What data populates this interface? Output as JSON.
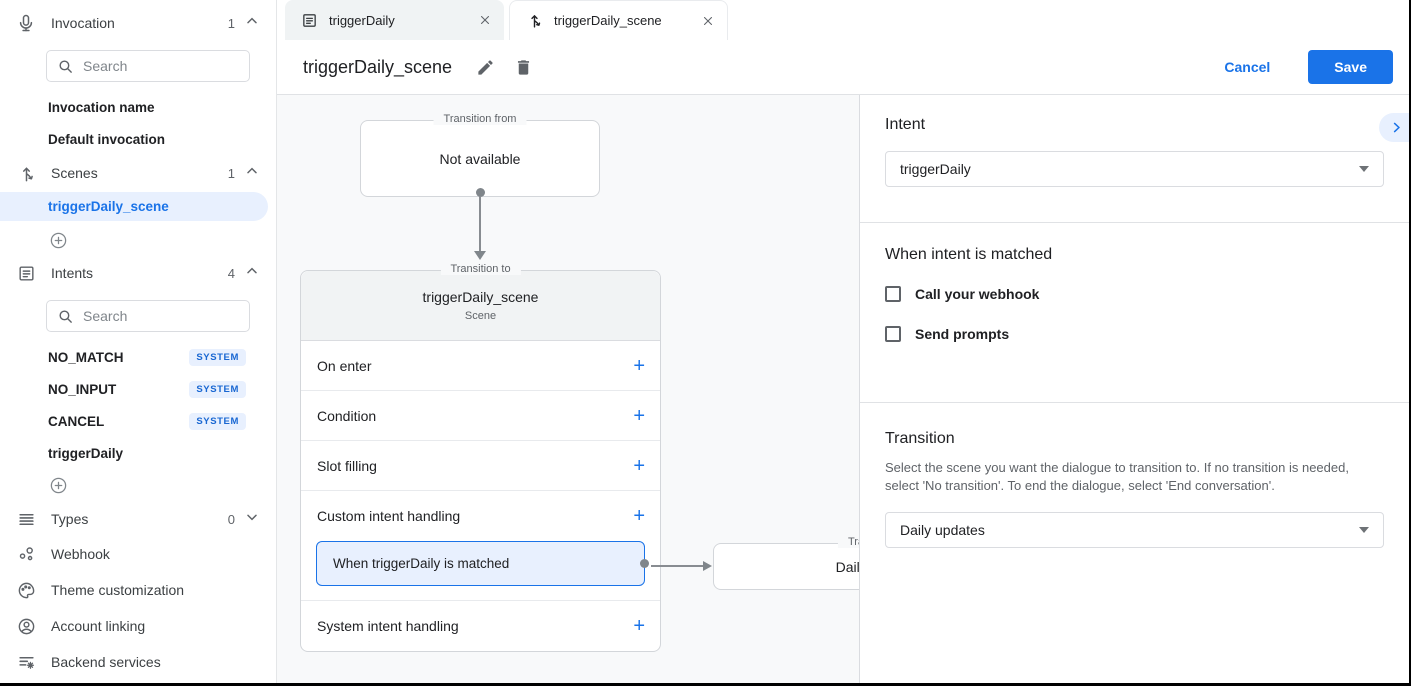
{
  "colors": {
    "accent": "#1a73e8",
    "accent_light": "#e8f0fe",
    "badge_text": "#1967d2",
    "text_primary": "#202124",
    "text_secondary": "#5f6368",
    "border": "#dadce0",
    "canvas_bg": "#f8f9fa"
  },
  "icons": {
    "add_plus": "+",
    "names": [
      "mic-icon",
      "scenes-branch-icon",
      "intents-list-icon",
      "types-lines-icon",
      "webhook-nodes-icon",
      "palette-icon",
      "account-circle-icon",
      "backend-services-icon",
      "search-icon",
      "chevron-up-icon",
      "chevron-down-icon",
      "add-circle-icon",
      "edit-pencil-icon",
      "delete-trash-icon",
      "close-x-icon",
      "chevron-right-icon",
      "dropdown-caret-icon"
    ]
  },
  "sidebar": {
    "invocation": {
      "label": "Invocation",
      "count": "1",
      "search_placeholder": "Search",
      "items": [
        "Invocation name",
        "Default invocation"
      ]
    },
    "scenes": {
      "label": "Scenes",
      "count": "1",
      "selected_item": "triggerDaily_scene"
    },
    "intents": {
      "label": "Intents",
      "count": "4",
      "search_placeholder": "Search",
      "badge": "SYSTEM",
      "system_items": [
        "NO_MATCH",
        "NO_INPUT",
        "CANCEL"
      ],
      "custom_item": "triggerDaily"
    },
    "types": {
      "label": "Types",
      "count": "0"
    },
    "links": [
      "Webhook",
      "Theme customization",
      "Account linking",
      "Backend services"
    ]
  },
  "tabs": {
    "tab1": {
      "label": "triggerDaily"
    },
    "tab2": {
      "label": "triggerDaily_scene"
    }
  },
  "header": {
    "title": "triggerDaily_scene",
    "cancel": "Cancel",
    "save": "Save"
  },
  "diagram": {
    "from_card": {
      "legend": "Transition from",
      "content": "Not available"
    },
    "scene_card": {
      "legend": "Transition to",
      "title": "triggerDaily_scene",
      "subtitle": "Scene",
      "rows": [
        "On enter",
        "Condition",
        "Slot filling",
        "Custom intent handling",
        "System intent handling"
      ],
      "matched_handler": "When triggerDaily is matched"
    },
    "target_card": {
      "legend": "Transition to",
      "content": "Daily updates"
    }
  },
  "panel": {
    "intent_heading": "Intent",
    "intent_value": "triggerDaily",
    "matched_heading": "When intent is matched",
    "webhook_label": "Call your webhook",
    "prompts_label": "Send prompts",
    "transition_heading": "Transition",
    "transition_description": "Select the scene you want the dialogue to transition to. If no transition is needed, select 'No transition'. To end the dialogue, select 'End conversation'.",
    "transition_value": "Daily updates"
  }
}
